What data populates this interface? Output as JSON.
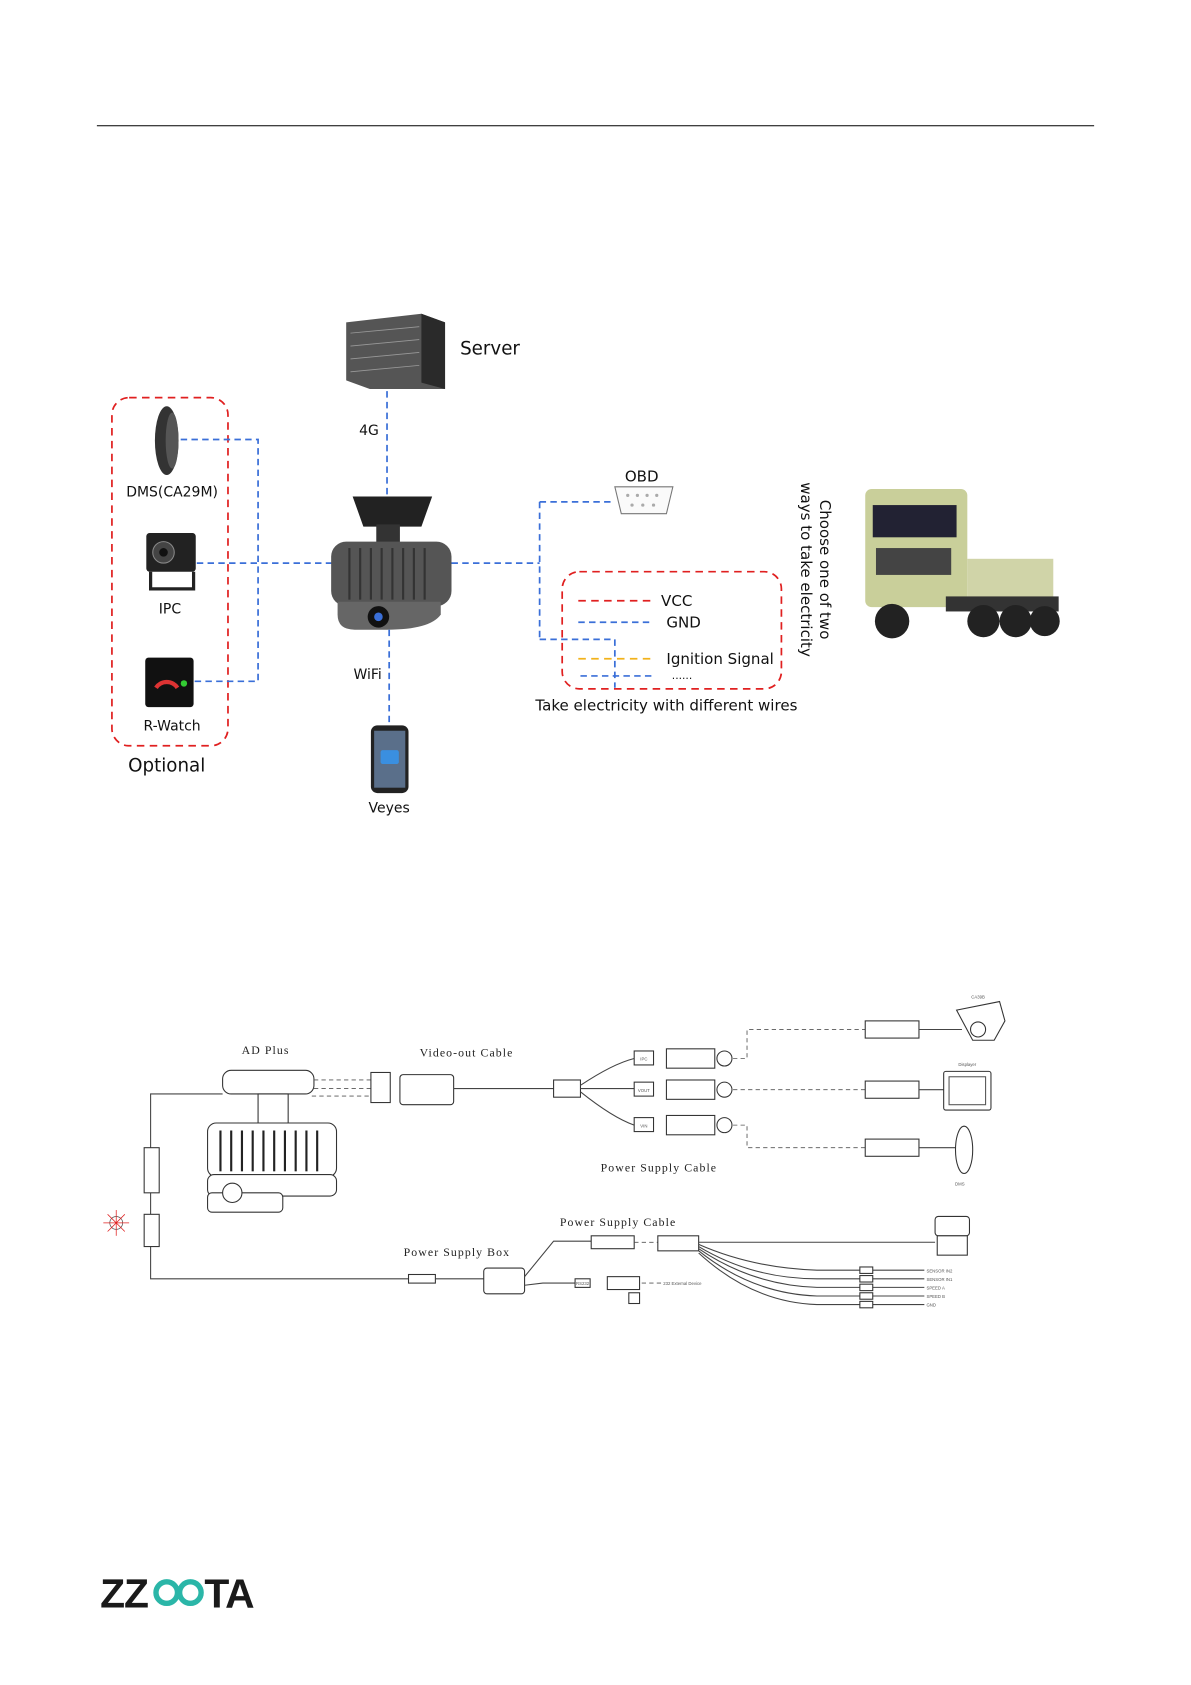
{
  "topology": {
    "server_label": "Server",
    "link_4g": "4G",
    "link_wifi": "WiFi",
    "app_label": "Veyes",
    "optional_label": "Optional",
    "optional_devices": [
      "DMS(CA29M)",
      "IPC",
      "R-Watch"
    ],
    "obd_label": "OBD",
    "wires": [
      {
        "label": "VCC",
        "color": "#e02020"
      },
      {
        "label": "GND",
        "color": "#3a6fd8"
      },
      {
        "label": "Ignition Signal",
        "color": "#f2b21b"
      },
      {
        "label": "......",
        "color": "#3a6fd8"
      }
    ],
    "wires_caption": "Take electricity with different wires",
    "power_note_line1": "Choose one of two",
    "power_note_line2": "ways to take electricity"
  },
  "wiring": {
    "ad_plus": "AD Plus",
    "video_out_cable": "Video-out Cable",
    "power_supply_cable_1": "Power Supply Cable",
    "power_supply_cable_2": "Power Supply Cable",
    "power_supply_box": "Power Supply Box",
    "ports": [
      "IPC",
      "VOUT",
      "VIN"
    ],
    "ca39b": "CA39B",
    "displayer": "Displayer",
    "dms": "DMS",
    "rs232": "RS232",
    "external_device": "232 External Device",
    "harness": [
      "SENSOR IN2",
      "SENSOR IN1",
      "SPEED A",
      "SPEED B",
      "GND"
    ]
  },
  "footer": {
    "logo_text": "ZZOOTA",
    "logo_color": "#1a1a1a",
    "logo_accent": "#2bb6a8"
  }
}
